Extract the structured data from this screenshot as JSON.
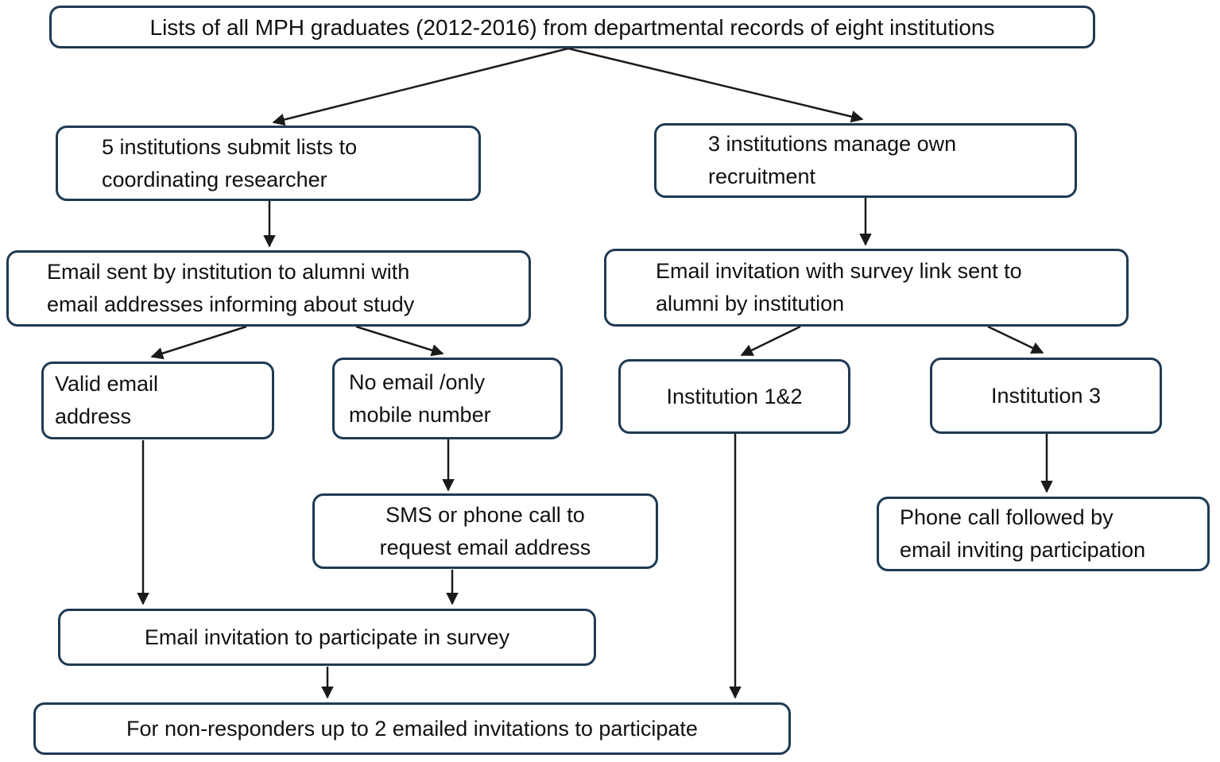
{
  "diagram": {
    "type": "flowchart",
    "background_color": "#ffffff",
    "node_border_color": "#1e3a54",
    "node_fill_color": "#ffffff",
    "arrow_color": "#1a1a1a",
    "text_color": "#111111",
    "nodes": {
      "lists_all_graduates": {
        "lines": [
          "Lists of all MPH graduates (2012-2016) from departmental records of eight institutions"
        ]
      },
      "five_institutions": {
        "lines": [
          "5 institutions submit lists to",
          "coordinating researcher"
        ]
      },
      "three_institutions": {
        "lines": [
          "3 institutions manage own",
          "recruitment"
        ]
      },
      "email_sent_by_institution": {
        "lines": [
          "Email sent by institution to alumni with",
          "email addresses informing about study"
        ]
      },
      "email_invitation_survey_link": {
        "lines": [
          "Email invitation with survey link sent to",
          "alumni by institution"
        ]
      },
      "valid_email_address": {
        "lines": [
          "Valid email",
          "address"
        ]
      },
      "no_email_only_mobile": {
        "lines": [
          "No email /only",
          "mobile number"
        ]
      },
      "institution_1_2": {
        "lines": [
          "Institution 1&2"
        ]
      },
      "institution_3": {
        "lines": [
          "Institution 3"
        ]
      },
      "sms_or_phone_call": {
        "lines": [
          "SMS or phone call to",
          "request email address"
        ]
      },
      "phone_call_followed_by_email": {
        "lines": [
          "Phone call followed by",
          "email inviting participation"
        ]
      },
      "email_invitation_participate": {
        "lines": [
          "Email invitation to participate in survey"
        ]
      },
      "non_responders": {
        "lines": [
          "For non-responders up to 2 emailed invitations to participate"
        ]
      }
    },
    "edges": [
      {
        "from": "lists_all_graduates",
        "to": "five_institutions"
      },
      {
        "from": "lists_all_graduates",
        "to": "three_institutions"
      },
      {
        "from": "five_institutions",
        "to": "email_sent_by_institution"
      },
      {
        "from": "three_institutions",
        "to": "email_invitation_survey_link"
      },
      {
        "from": "email_sent_by_institution",
        "to": "valid_email_address"
      },
      {
        "from": "email_sent_by_institution",
        "to": "no_email_only_mobile"
      },
      {
        "from": "email_invitation_survey_link",
        "to": "institution_1_2"
      },
      {
        "from": "email_invitation_survey_link",
        "to": "institution_3"
      },
      {
        "from": "no_email_only_mobile",
        "to": "sms_or_phone_call"
      },
      {
        "from": "valid_email_address",
        "to": "email_invitation_participate"
      },
      {
        "from": "sms_or_phone_call",
        "to": "email_invitation_participate"
      },
      {
        "from": "institution_1_2",
        "to": "non_responders"
      },
      {
        "from": "institution_3",
        "to": "phone_call_followed_by_email"
      },
      {
        "from": "email_invitation_participate",
        "to": "non_responders"
      }
    ]
  }
}
